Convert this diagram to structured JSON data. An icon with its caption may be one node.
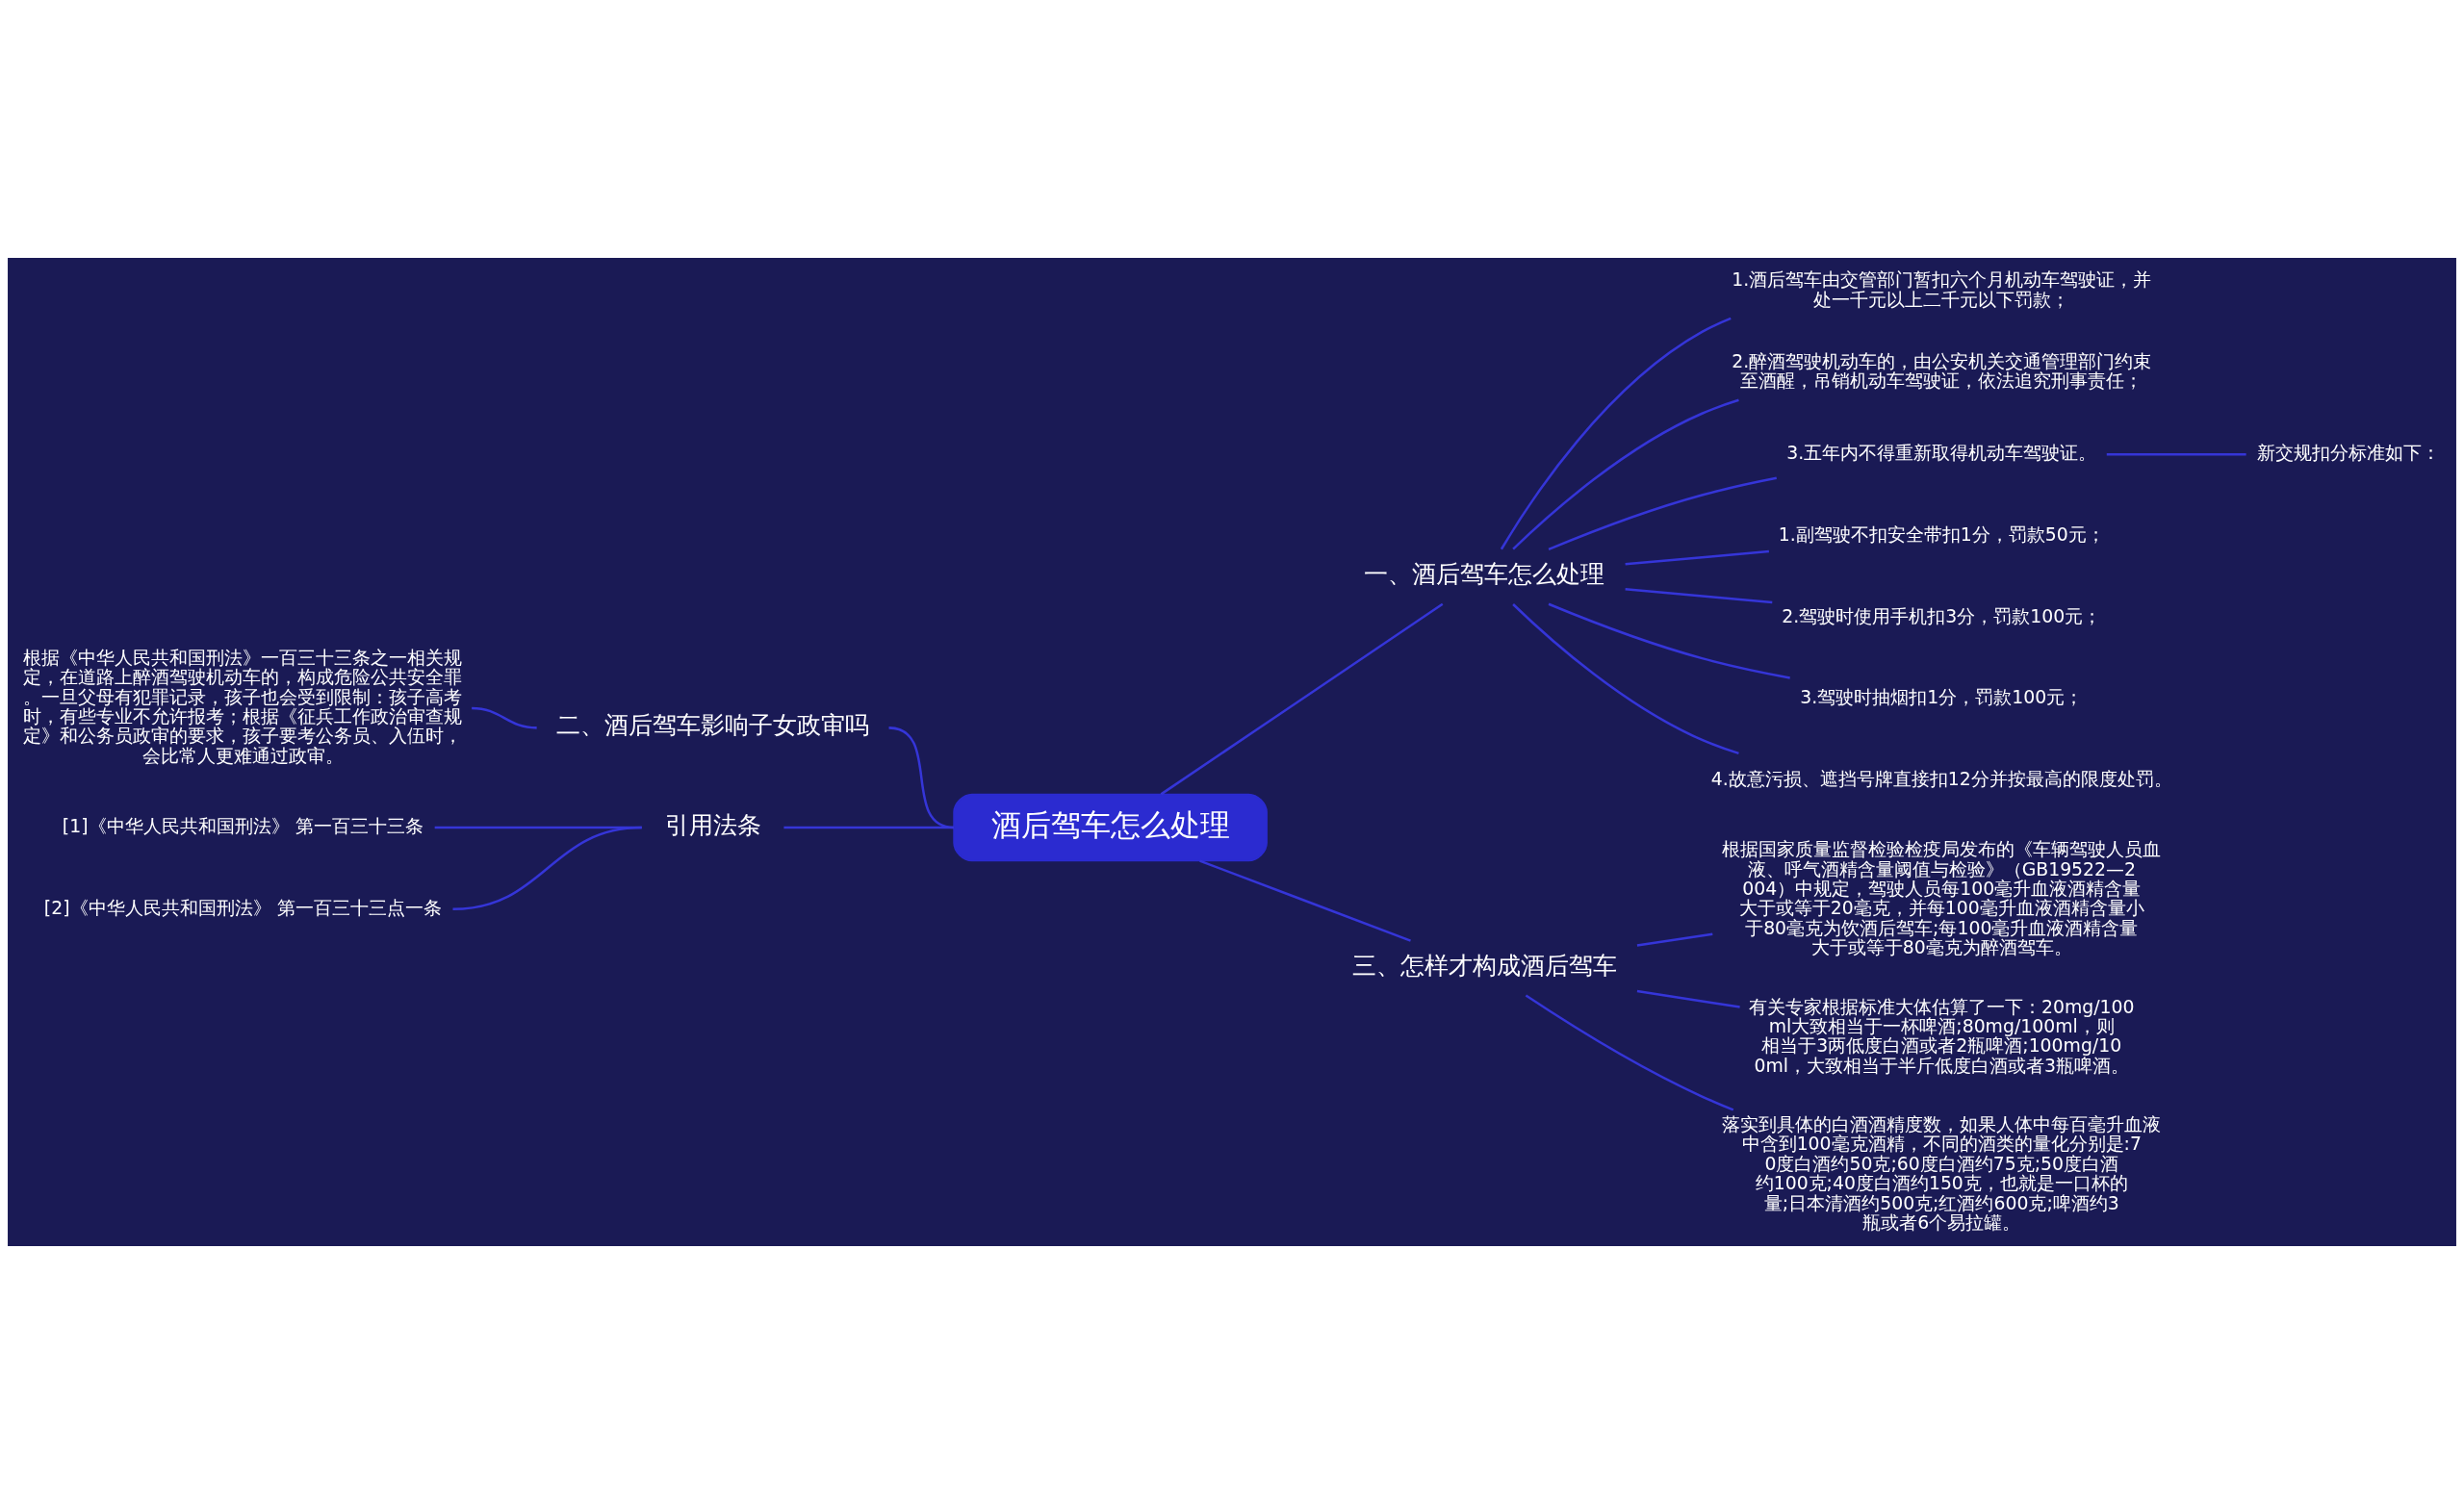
{
  "diagram": {
    "nodes": [
      {
        "text": [
          "酒后驾车怎么处理"
        ]
      },
      {
        "text": [
          "一、酒后驾车怎么处理"
        ]
      },
      {
        "text": [
          "1.酒后驾车由交管部门暂扣六个月机动车驾驶证，并处一千元以上二千元以下罚款；"
        ]
      },
      {
        "text": [
          "2.醉酒驾驶机动车的，由公安机关交通管理部门约束至酒醒，吊销机动车驾驶证，依法追究刑事责任；"
        ]
      },
      {
        "text": [
          "3.五年内不得重新取得机动车驾驶证。"
        ]
      },
      {
        "text": [
          "新交规扣分标准如下："
        ]
      },
      {
        "text": [
          "1.副驾驶不扣安全带扣1分，罚款50元；"
        ]
      },
      {
        "text": [
          "2.驾驶时使用手机扣3分，罚款100元；"
        ]
      },
      {
        "text": [
          "3.驾驶时抽烟扣1分，罚款100元；"
        ]
      },
      {
        "text": [
          "4.故意污损、遮挡号牌直接扣12分并按最高的限度处罚。"
        ]
      },
      {
        "text": [
          "二、酒后驾车影响子女政审吗"
        ]
      },
      {
        "text": [
          "根据《中华人民共和国刑法》一百三十三条之一相关规定，在道路上醉酒驾驶机动车的，构成危险公共安全罪。一旦父母有犯罪记录，孩子也会受到限制：孩子高考时，有些专业不允许报考；根据《征兵工作政治审查规定》和公务员政审的要求，孩子要考公务员、入伍时，会比常人更难通过政审。"
        ]
      },
      {
        "text": [
          "引用法条"
        ]
      },
      {
        "text": [
          "[1]《中华人民共和国刑法》 第一百三十三条"
        ]
      },
      {
        "text": [
          "[2]《中华人民共和国刑法》 第一百三十三点一条"
        ]
      },
      {
        "text": [
          "三、怎样才构成酒后驾车"
        ]
      },
      {
        "text": [
          "根据国家质量监督检验检疫局发布的《车辆驾驶人员血液、呼气酒精含量阈值与检验》（GB19522—2004）中规定，驾驶人员每100毫升血液酒精含量大于或等于20毫克，并每100毫升血液酒精含量小于80毫克为饮酒后驾车;每100毫升血液酒精含量大于或等于80毫克为醉酒驾车。"
        ]
      },
      {
        "text": [
          "有关专家根据标准大体估算了一下：20mg/100ml大致相当于一杯啤酒;80mg/100ml，则相当于3两低度白酒或者2瓶啤酒;100mg/100ml，大致相当于半斤低度白酒或者3瓶啤酒。"
        ]
      },
      {
        "text": [
          "落实到具体的白酒酒精度数，如果人体中每百毫升血液中含到100毫克酒精，不同的酒类的量化分别是:70度白酒约50克;60度白酒约75克;50度白酒约100克;40度白酒约150克，也就是一口杯的量;日本清酒约500克;红酒约600克;啤酒约3瓶或者6个易拉罐。"
        ]
      }
    ],
    "edges": [
      {
        "from": 0,
        "to": 1,
        "arrow": "none"
      },
      {
        "from": 1,
        "to": 2,
        "arrow": "none"
      },
      {
        "from": 1,
        "to": 3,
        "arrow": "none"
      },
      {
        "from": 1,
        "to": 4,
        "arrow": "none"
      },
      {
        "from": 4,
        "to": 5,
        "arrow": "none"
      },
      {
        "from": 1,
        "to": 6,
        "arrow": "none"
      },
      {
        "from": 1,
        "to": 7,
        "arrow": "none"
      },
      {
        "from": 1,
        "to": 8,
        "arrow": "none"
      },
      {
        "from": 1,
        "to": 9,
        "arrow": "none"
      },
      {
        "from": 0,
        "to": 10,
        "arrow": "none"
      },
      {
        "from": 10,
        "to": 11,
        "arrow": "none"
      },
      {
        "from": 0,
        "to": 12,
        "arrow": "none"
      },
      {
        "from": 12,
        "to": 13,
        "arrow": "none"
      },
      {
        "from": 12,
        "to": 14,
        "arrow": "none"
      },
      {
        "from": 0,
        "to": 15,
        "arrow": "none"
      },
      {
        "from": 15,
        "to": 16,
        "arrow": "none"
      },
      {
        "from": 15,
        "to": 17,
        "arrow": "none"
      },
      {
        "from": 15,
        "to": 18,
        "arrow": "none"
      }
    ]
  }
}
